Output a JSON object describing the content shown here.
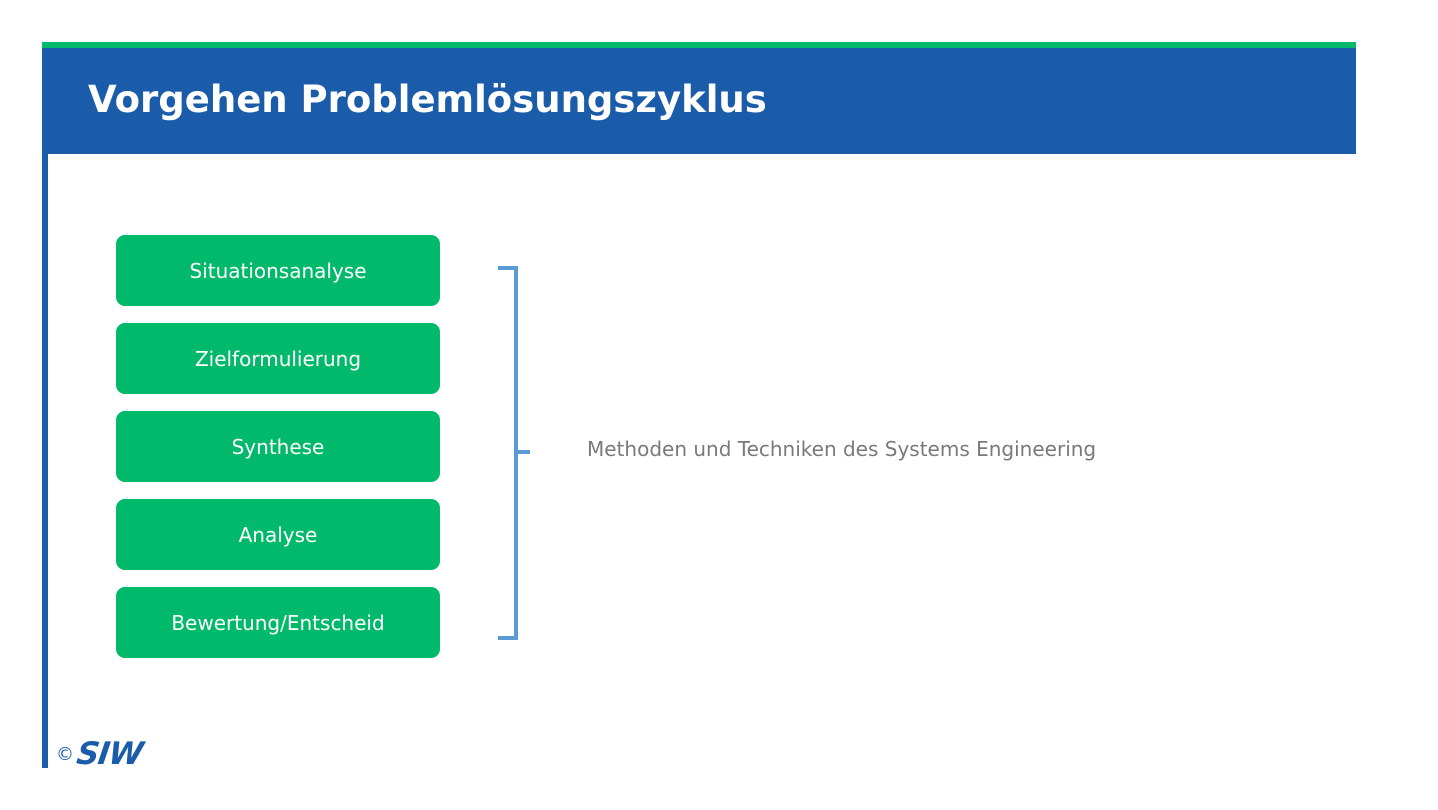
{
  "header": {
    "title": "Vorgehen Problemlösungszyklus"
  },
  "steps": [
    {
      "label": "Situationsanalyse"
    },
    {
      "label": "Zielformulierung"
    },
    {
      "label": "Synthese"
    },
    {
      "label": "Analyse"
    },
    {
      "label": "Bewertung/Entscheid"
    }
  ],
  "bracket": {
    "label": "Methoden und Techniken des Systems Engineering"
  },
  "footer": {
    "copyright": "©",
    "logo_text": "SIW"
  },
  "colors": {
    "primary_blue": "#1b5caa",
    "accent_green": "#00b96b",
    "bracket_blue": "#5b9bd5",
    "label_gray": "#7a7a7a"
  }
}
